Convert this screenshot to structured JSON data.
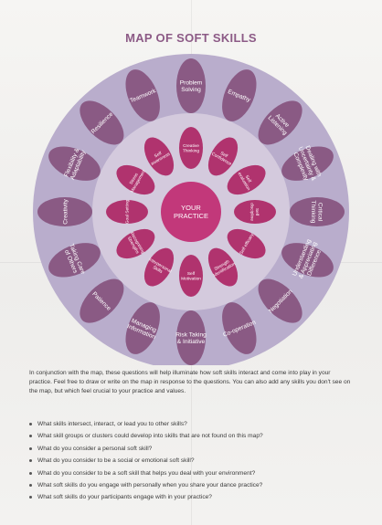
{
  "title": "MAP OF SOFT SKILLS",
  "center": [
    "YOUR",
    "PRACTICE"
  ],
  "outer_skills": [
    [
      "Problem",
      "Solving"
    ],
    [
      "Empathy"
    ],
    [
      "Active",
      "Listening"
    ],
    [
      "Dealing with",
      "Uncertainty &",
      "Complexity"
    ],
    [
      "Critical",
      "Thinking"
    ],
    [
      "Understanding",
      "& Appreciating",
      "Difference"
    ],
    [
      "Negotiation"
    ],
    [
      "Co-operation"
    ],
    [
      "Risk Taking",
      "& Initiative"
    ],
    [
      "Managing",
      "Information"
    ],
    [
      "Patience"
    ],
    [
      "Taking Care",
      "of Others"
    ],
    [
      "Creativity"
    ],
    [
      "Flexibility &",
      "Adaptability"
    ],
    [
      "Resilience"
    ],
    [
      "Teamwork"
    ]
  ],
  "inner_skills": [
    [
      "Creative",
      "Thinking"
    ],
    [
      "Self",
      "Confidence"
    ],
    [
      "Self",
      "evaluation"
    ],
    [
      "Self",
      "discipline"
    ],
    [
      "Self efficacy"
    ],
    [
      "Strength",
      "Identification"
    ],
    [
      "Self",
      "Motivation"
    ],
    [
      "Interpersonal",
      "Skills"
    ],
    [
      "Recognising",
      "Strengths"
    ],
    [
      "Goal Setting"
    ],
    [
      "Stress",
      "Management"
    ],
    [
      "Self",
      "awareness"
    ]
  ],
  "intro": "In conjunction with the map, these questions will help illuminate how soft skills interact and come into play in your practice. Feel free to draw or write on the map in response to the questions. You can also add any skills you don't see on the map, but which feel crucial to your practice and values.",
  "questions": [
    "What skills intersect, interact, or lead you to other skills?",
    "What skill groups or clusters could develop into skills that are not found on this map?",
    "What do you consider a personal soft skill?",
    "What do you consider to be a social or emotional soft skill?",
    "What do you consider to be a soft skill that helps you deal with your environment?",
    "What soft skills do you engage with personally when you share your dance practice?",
    "What soft skills do your participants engage with in your practice?"
  ],
  "colors": {
    "title": "#8c5a86",
    "outer_petal": "#8a5a84",
    "inner_petal": "#b0336e",
    "center": "#c2387a",
    "outer_ring": "#b9adcc",
    "inner_ring": "#d4cadd",
    "text": "#3a3a3a"
  }
}
